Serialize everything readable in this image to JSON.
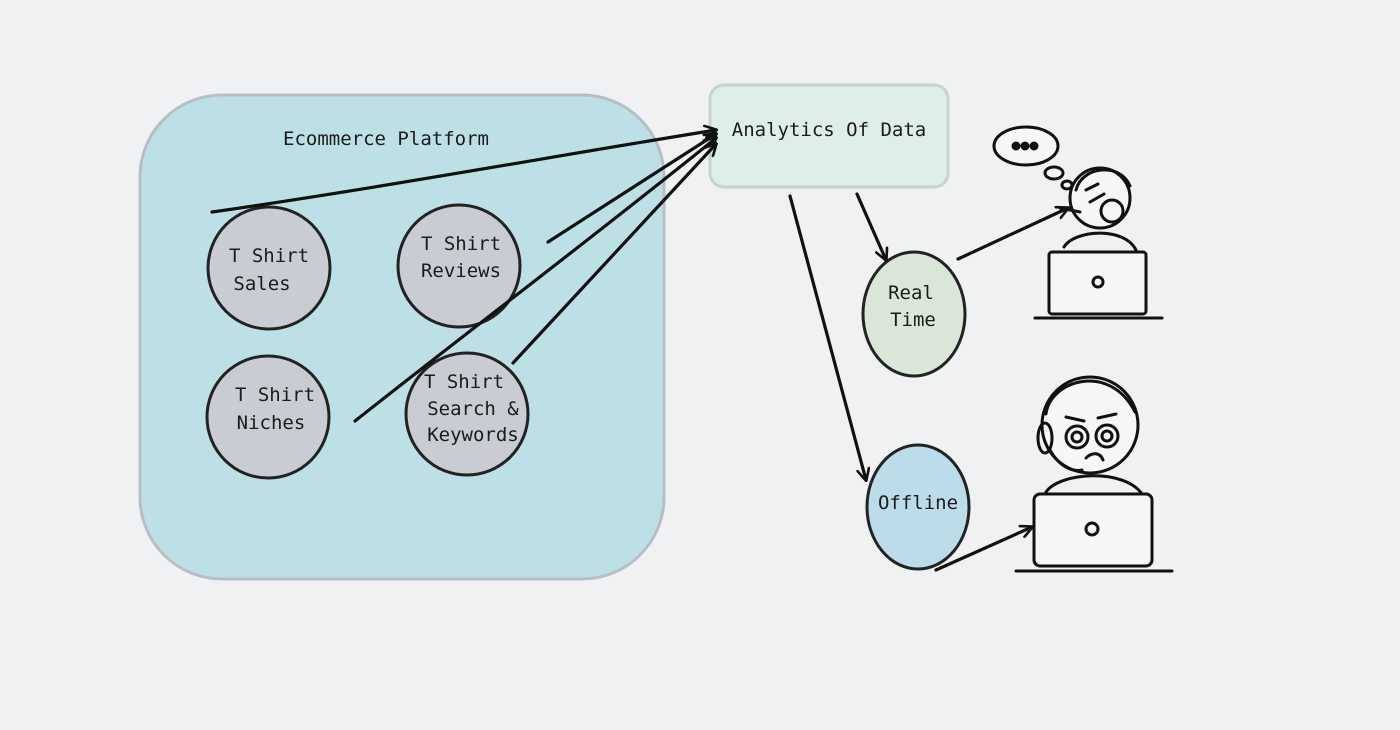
{
  "platform": {
    "title": "Ecommerce Platform",
    "fill": "#bde0e6",
    "sources": [
      {
        "id": "sales",
        "lines": [
          "T Shirt",
          "Sales"
        ]
      },
      {
        "id": "reviews",
        "lines": [
          "T Shirt",
          "Reviews"
        ]
      },
      {
        "id": "niches",
        "lines": [
          "T Shirt",
          "Niches"
        ]
      },
      {
        "id": "search",
        "lines": [
          "T Shirt",
          "Search &",
          "Keywords"
        ]
      }
    ],
    "source_fill": "#c9ccd2"
  },
  "analytics": {
    "label": "Analytics Of Data",
    "fill": "#deefe8"
  },
  "outputs": [
    {
      "id": "real-time",
      "lines": [
        "Real",
        "Time"
      ],
      "fill": "#d9e6d8"
    },
    {
      "id": "offline",
      "lines": [
        "Offline"
      ],
      "fill": "#bcdcea"
    }
  ],
  "users": [
    {
      "id": "realtime-user",
      "icon": "thinking-person-at-laptop-icon"
    },
    {
      "id": "offline-user",
      "icon": "confused-person-at-laptop-icon"
    }
  ],
  "stroke_color": "#111111"
}
